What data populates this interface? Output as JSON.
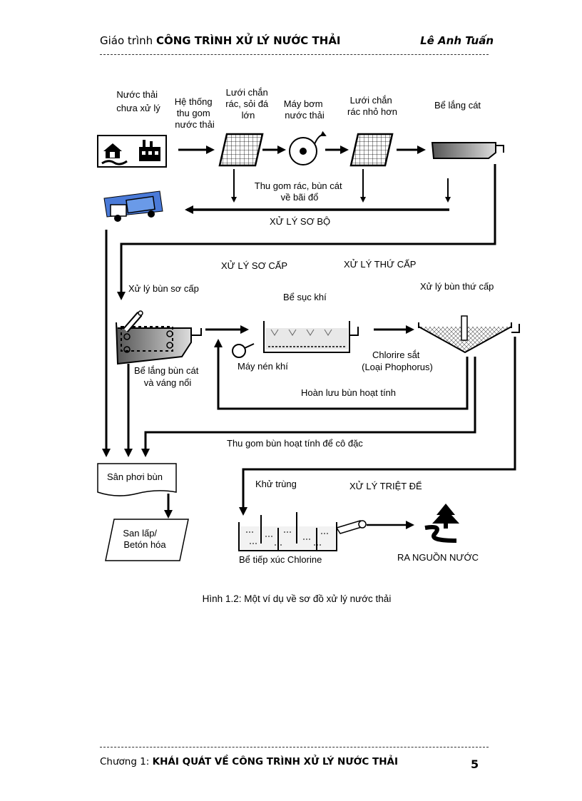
{
  "header": {
    "prefix": "Giáo trình",
    "title": "CÔNG TRÌNH XỬ LÝ NƯỚC THẢI",
    "author": "Lê Anh Tuấn"
  },
  "diagram": {
    "label_raw_water": [
      "Nước thải",
      "chưa xử lý"
    ],
    "label_collection": [
      "Hệ thống",
      "thu gom",
      "nước thải"
    ],
    "label_coarse_screen": [
      "Lưới chắn",
      "rác, sỏi đá",
      "lớn"
    ],
    "label_pump": [
      "Máy bơm",
      "nước thải"
    ],
    "label_fine_screen": [
      "Lưới chắn",
      "rác nhỏ hơn"
    ],
    "label_grit_tank": "Bể lắng cát",
    "label_debris": [
      "Thu gom rác, bùn cát",
      "về bãi đổ"
    ],
    "label_preliminary": "XỬ LÝ SƠ BỘ",
    "label_primary": "XỬ LÝ SƠ CẤP",
    "label_secondary": "XỬ LÝ THỨ CẤP",
    "label_primary_sludge": "Xử lý bùn sơ cấp",
    "label_aeration": "Bể sục khí",
    "label_secondary_sludge": "Xử lý bùn thứ cấp",
    "label_primary_clarifier": [
      "Bể lắng bùn cát",
      "và váng nổi"
    ],
    "label_blower": "Máy nén khí",
    "label_chemical": [
      "Chlorire sắt",
      "(Loại Phophorus)"
    ],
    "label_return_sludge": "Hoàn lưu bùn hoạt tính",
    "label_thickening": "Thu gom bùn hoạt tính để cô đặc",
    "label_drying_bed": "Sân phơi bùn",
    "label_disinfection": "Khử trùng",
    "label_tertiary": "XỬ LÝ TRIỆT ĐỂ",
    "label_landfill": [
      "San lấp/",
      "Betón hóa"
    ],
    "label_contact_tank": "Bể tiếp xúc Chlorine",
    "label_discharge": "RA NGUỒN NƯỚC"
  },
  "caption": "Hình 1.2: Một ví dụ về sơ đồ xử lý nước thải",
  "footer": {
    "chapter_prefix": "Chương 1:",
    "chapter_title": "KHÁI QUÁT VỀ CÔNG TRÌNH XỬ LÝ NƯỚC THẢI",
    "page_number": "5"
  }
}
